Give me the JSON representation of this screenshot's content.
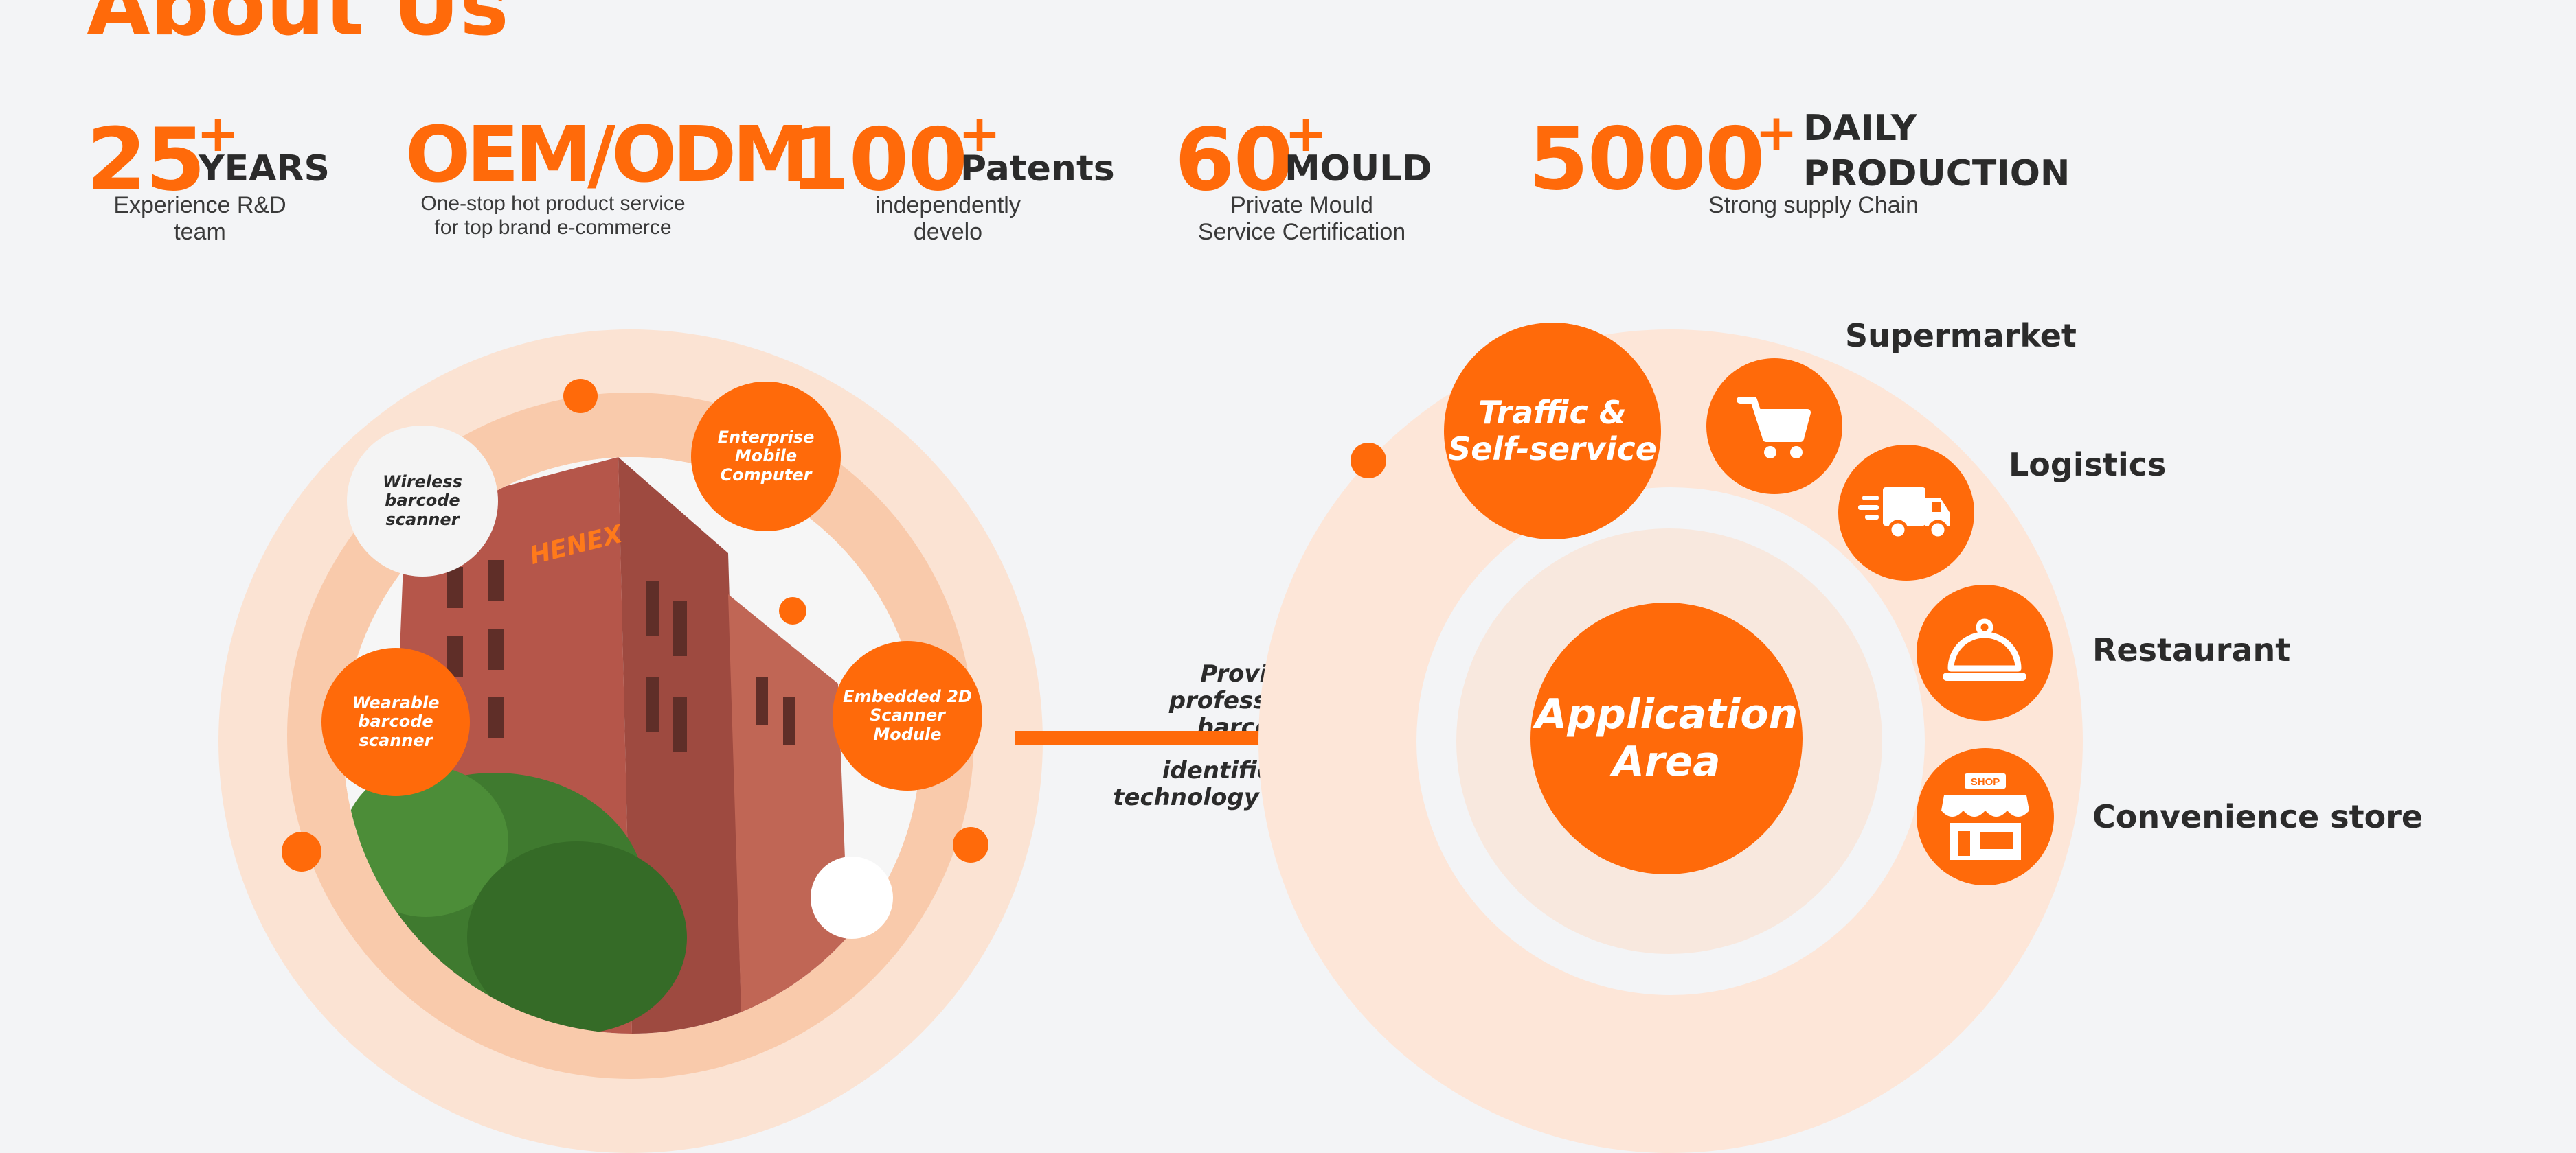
{
  "title": "About Us",
  "stats": [
    {
      "value": "25",
      "plus": "+",
      "suffix": "YEARS",
      "caption_line1": "Experience R&D",
      "caption_line2": "team"
    },
    {
      "value": "OEM/ODM",
      "caption_line1": "One-stop hot product service",
      "caption_line2": "for top brand e-commerce"
    },
    {
      "value": "100",
      "plus": "+",
      "suffix": "Patents",
      "caption_line1": "independently",
      "caption_line2": "develo"
    },
    {
      "value": "60",
      "plus": "+",
      "suffix": "MOULD",
      "caption_line1": "Private Mould",
      "caption_line2": "Service Certification"
    },
    {
      "value": "5000",
      "plus": "+",
      "suffix_line1": "DAILY",
      "suffix_line2": "PRODUCTION",
      "caption_line1": "Strong supply Chain"
    }
  ],
  "products": {
    "wireless": {
      "line1": "Wireless",
      "line2": "barcode scanner"
    },
    "enterprise": {
      "line1": "Enterprise",
      "line2": "Mobile Computer"
    },
    "wearable": {
      "line1": "Wearable",
      "line2": "barcode scanner"
    },
    "embedded": {
      "line1": "Embedded 2D",
      "line2": "Scanner Module"
    },
    "building_sign": "HENEX"
  },
  "arrow": {
    "line1": "Provide",
    "line2": "professional barcode",
    "line3": "identification",
    "line4": "technology solutions"
  },
  "application": {
    "center_line1": "Application",
    "center_line2": "Area",
    "traffic_line1": "Traffic &",
    "traffic_line2": "Self-service",
    "areas": [
      {
        "label": "Supermarket",
        "icon": "shopping-cart-icon"
      },
      {
        "label": "Logistics",
        "icon": "delivery-truck-icon"
      },
      {
        "label": "Restaurant",
        "icon": "cloche-icon"
      },
      {
        "label": "Convenience store",
        "icon": "shop-icon"
      }
    ],
    "shop_sign": "SHOP"
  },
  "colors": {
    "accent": "#ff6a0a",
    "background": "#f3f4f6",
    "ring_light": "#fde6d8",
    "ring_mid": "#f9c9ab",
    "text_dark": "#2b2b2b"
  }
}
